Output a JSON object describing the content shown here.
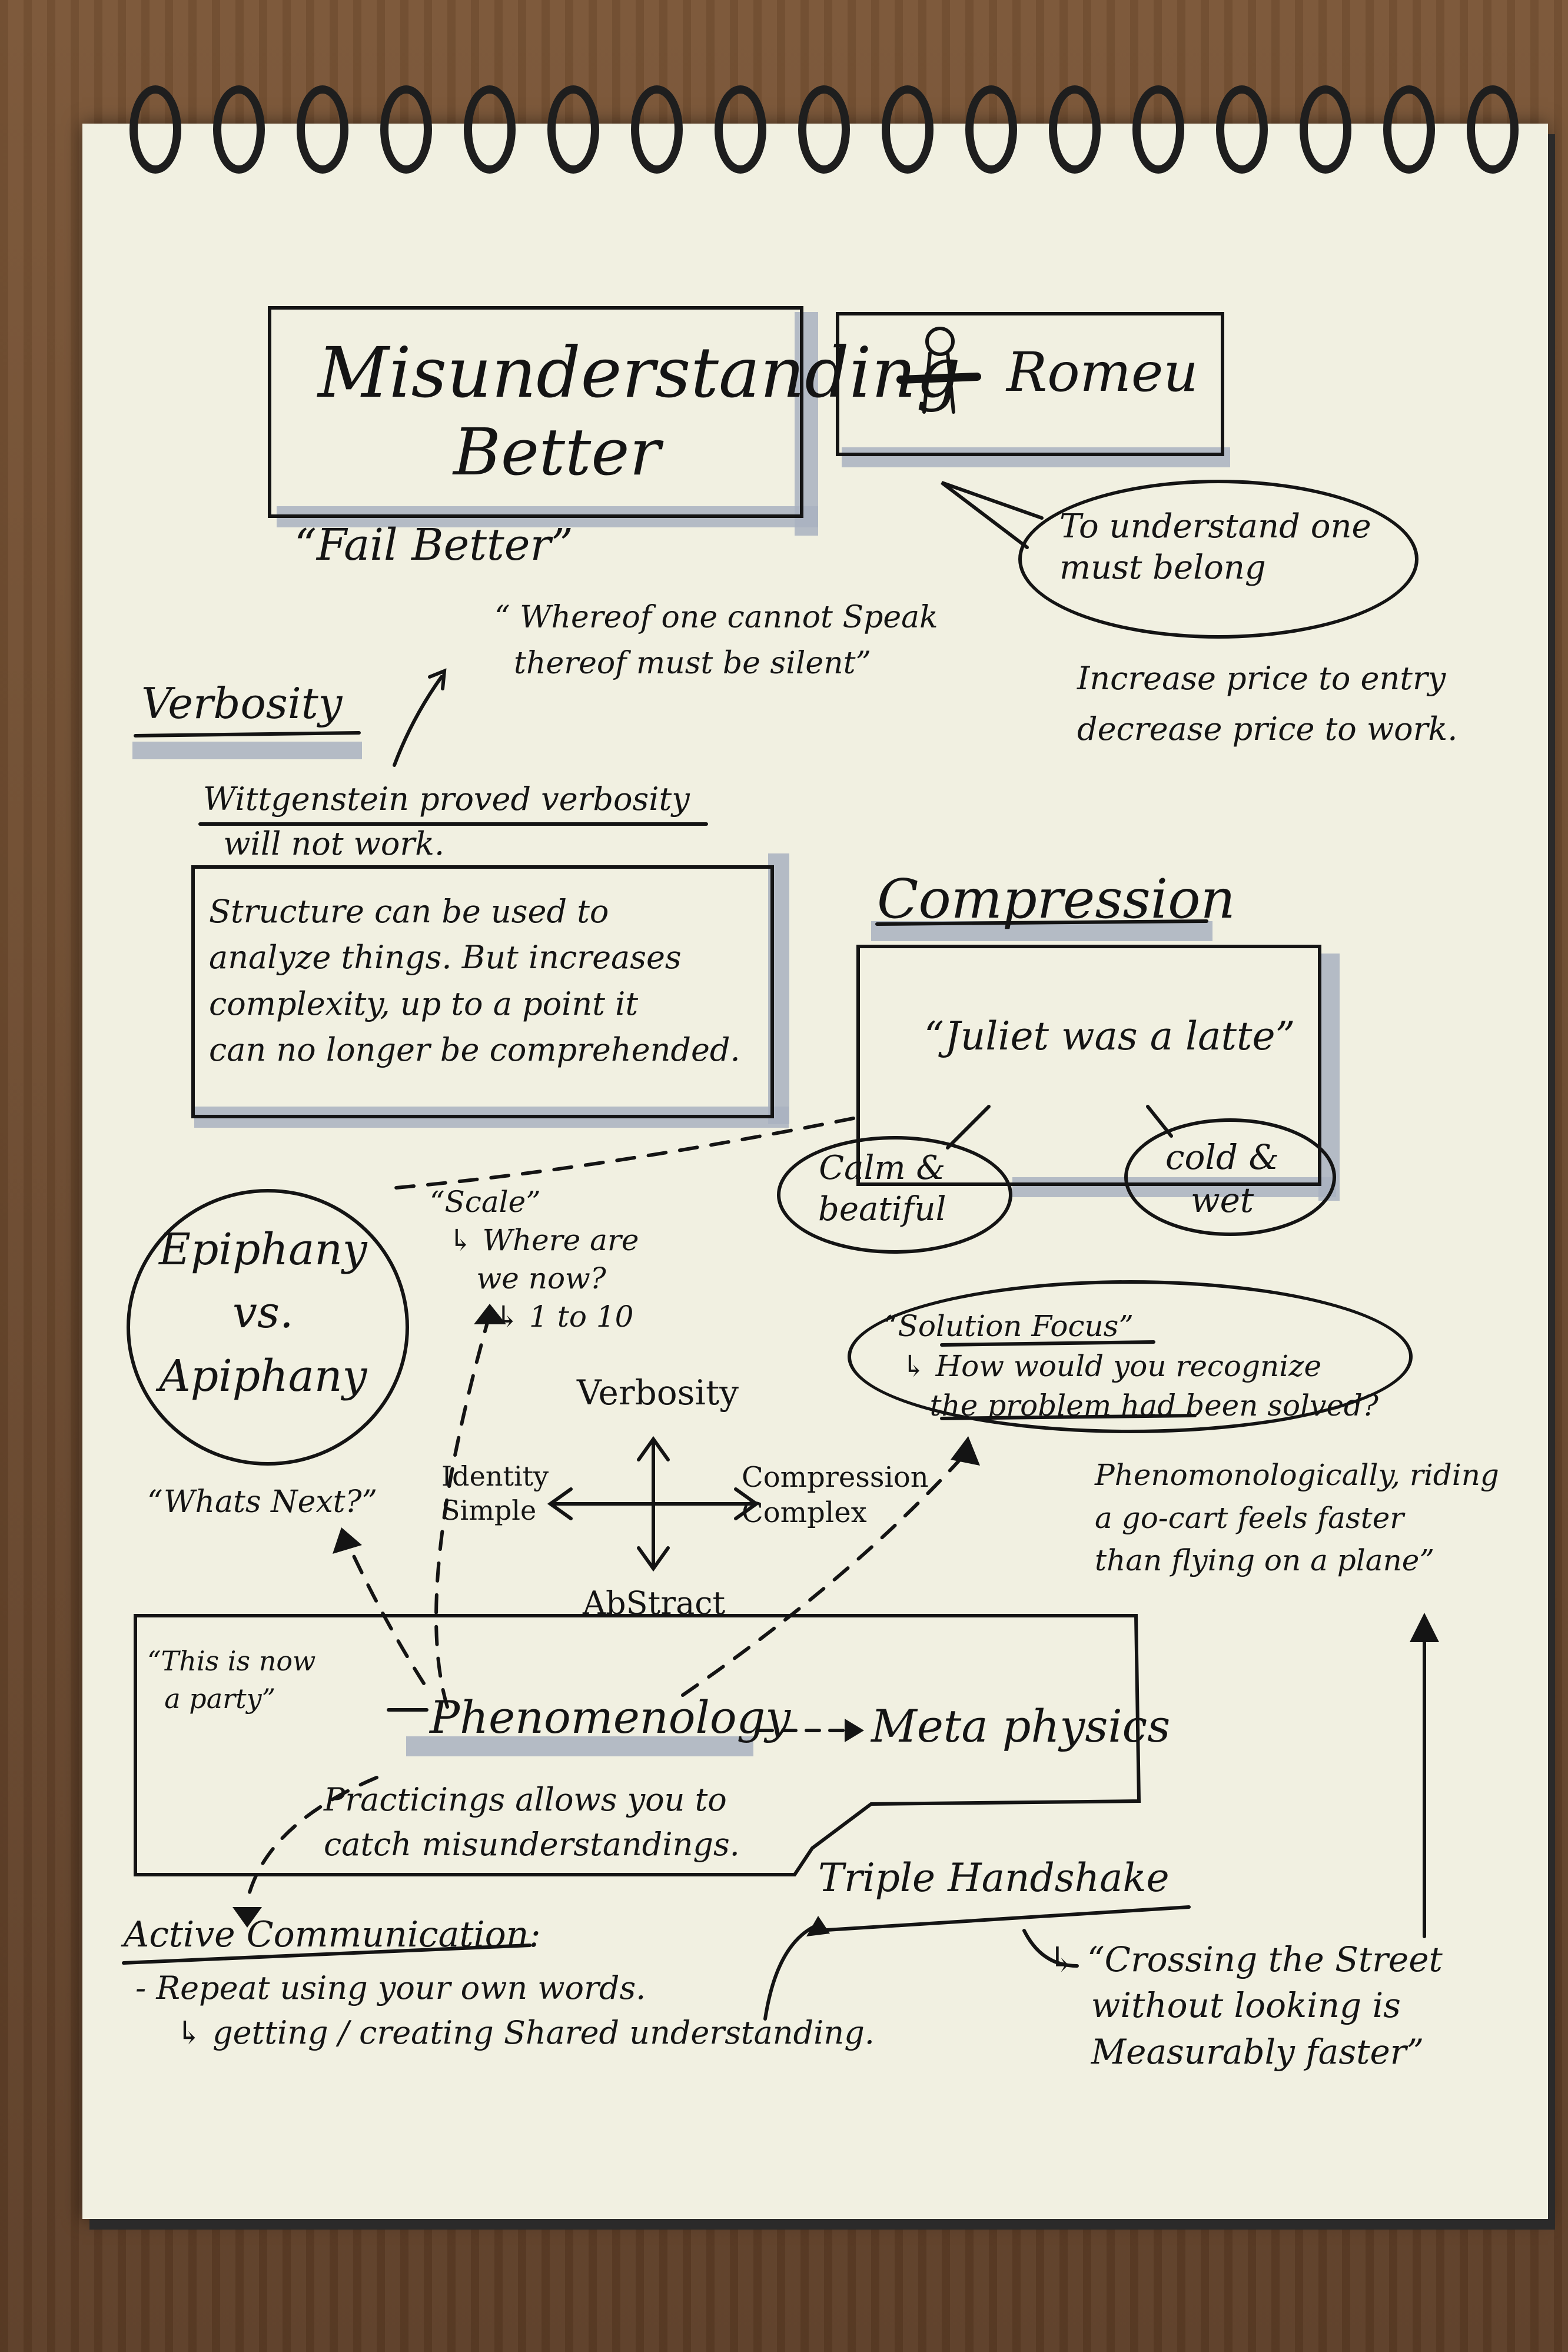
{
  "notes": {
    "title_line1": "Misunderstanding",
    "title_line2": "Better",
    "fail_better": "“Fail Better”",
    "romeo": "Romeu",
    "romeo_quote": "To understand one\nmust belong",
    "price": "Increase price to entry\ndecrease price to work.",
    "wittgenstein_quote": "“ Whereof one cannot Speak\n  thereof must be silent”",
    "verbosity_heading": "Verbosity",
    "wittgenstein": "Wittgenstein proved verbosity\n  will not work.",
    "structure": "Structure can be used to\nanalyze things. But increases\ncomplexity, up to a point it\ncan no longer be comprehended.",
    "compression_heading": "Compression",
    "juliet": "“Juliet was a latte”",
    "calm": "Calm &\nbeatiful",
    "cold": "cold &\nwet",
    "epiphany": "Epiphany\nvs.\nApiphany",
    "whats_next": "“Whats Next?”",
    "scale": "“Scale”\n  ↳ Where are\n     we now?\n       ↳ 1 to 10",
    "solution": "“Solution Focus”\n  ↳ How would you recognize\n     the problem had been solved?",
    "axis_top": "Verbosity",
    "axis_left": "Identity\nSimple",
    "axis_right": "Compression\nComplex",
    "axis_bottom": "AbStract",
    "go_cart": "Phenomonologically, riding\na go-cart feels faster\nthan flying on a plane”",
    "party": "“This is now\n  a party”",
    "phenomenology": "Phenomenology",
    "metaphysics": "Meta physics",
    "practicing": "Practicings allows you to\ncatch misunderstandings.",
    "active_comm": "Active Communication:",
    "repeat": "- Repeat using your own words.\n    ↳ getting / creating Shared understanding.",
    "triple": "Triple Handshake",
    "crossing": "↳ “Crossing the Street\n    without looking is\n    Measurably faster”"
  }
}
